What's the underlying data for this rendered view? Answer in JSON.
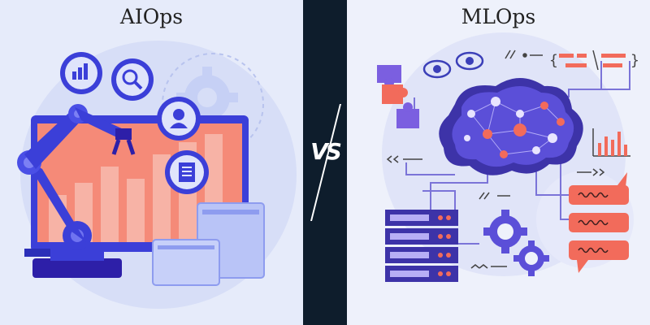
{
  "left": {
    "title": "AIOps",
    "icons": [
      "bar-chart-icon",
      "search-icon",
      "user-icon",
      "document-list-icon",
      "gear-icon",
      "robot-arm-icon",
      "monitor-icon"
    ]
  },
  "right": {
    "title": "MLOps",
    "icons": [
      "brain-network-icon",
      "puzzle-icon",
      "eye-icon",
      "server-rack-icon",
      "gear-icon",
      "speech-bubble-icon",
      "bar-chart-icon",
      "code-brackets-icon"
    ]
  },
  "center": {
    "vs_label": "VS"
  },
  "colors": {
    "left_bg": "#e6ebfa",
    "divider": "#0e1d2c",
    "right_bg": "#eef1fb",
    "accent_blue": "#3b3fd8",
    "accent_red": "#f26b5b",
    "accent_purple": "#6a5fd6"
  }
}
